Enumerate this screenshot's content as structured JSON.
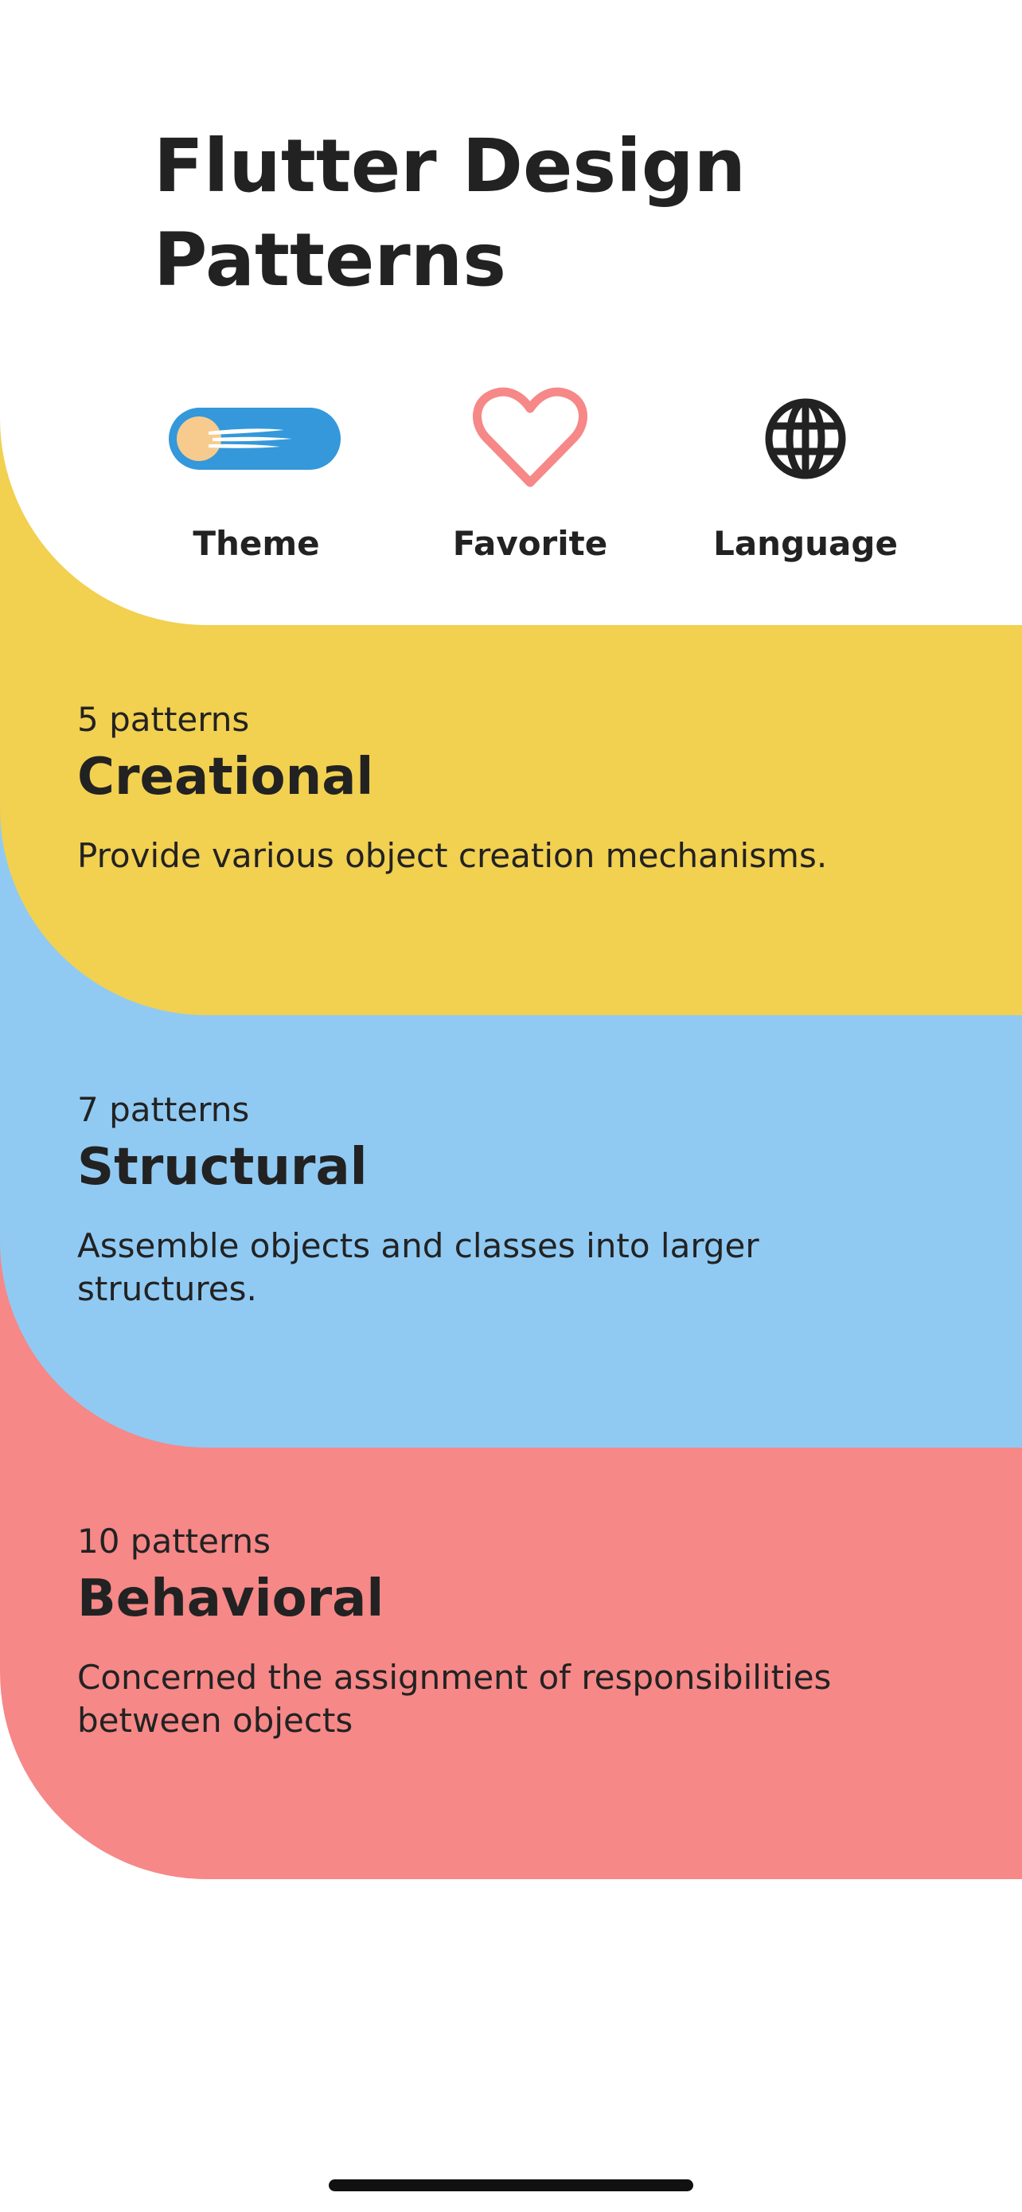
{
  "header": {
    "title": "Flutter Design Patterns"
  },
  "settings": {
    "theme_label": "Theme",
    "favorite_label": "Favorite",
    "language_label": "Language"
  },
  "icons": {
    "theme": "theme-toggle-icon",
    "favorite": "heart-icon",
    "language": "globe-icon"
  },
  "colors": {
    "creational": "#F2D050",
    "structural": "#90CAF3",
    "behavioral": "#F68888",
    "toggle_track": "#3498DB",
    "toggle_knob": "#F7CB8D",
    "heart": "#F68888",
    "text": "#222222"
  },
  "categories": [
    {
      "count": "5 patterns",
      "name": "Creational",
      "description": "Provide various object creation mechanisms."
    },
    {
      "count": "7 patterns",
      "name": "Structural",
      "description": "Assemble objects and classes into larger structures."
    },
    {
      "count": "10 patterns",
      "name": "Behavioral",
      "description": "Concerned the assignment of responsibilities between objects"
    }
  ]
}
